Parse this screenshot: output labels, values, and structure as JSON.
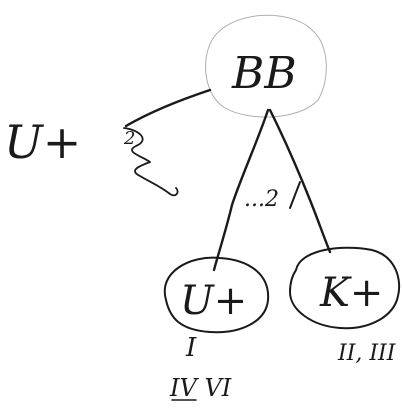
{
  "nodes": {
    "root": {
      "label": "BB"
    },
    "left_child": {
      "label": "U+"
    },
    "right_child": {
      "label": "K+"
    },
    "left_external": {
      "label": "U+"
    }
  },
  "edge_labels": {
    "between_children": "...2",
    "scribble_mark": "2"
  },
  "annotations": {
    "under_left_line1": "I",
    "under_left_line2": "IV VI",
    "under_right": "II, III"
  }
}
